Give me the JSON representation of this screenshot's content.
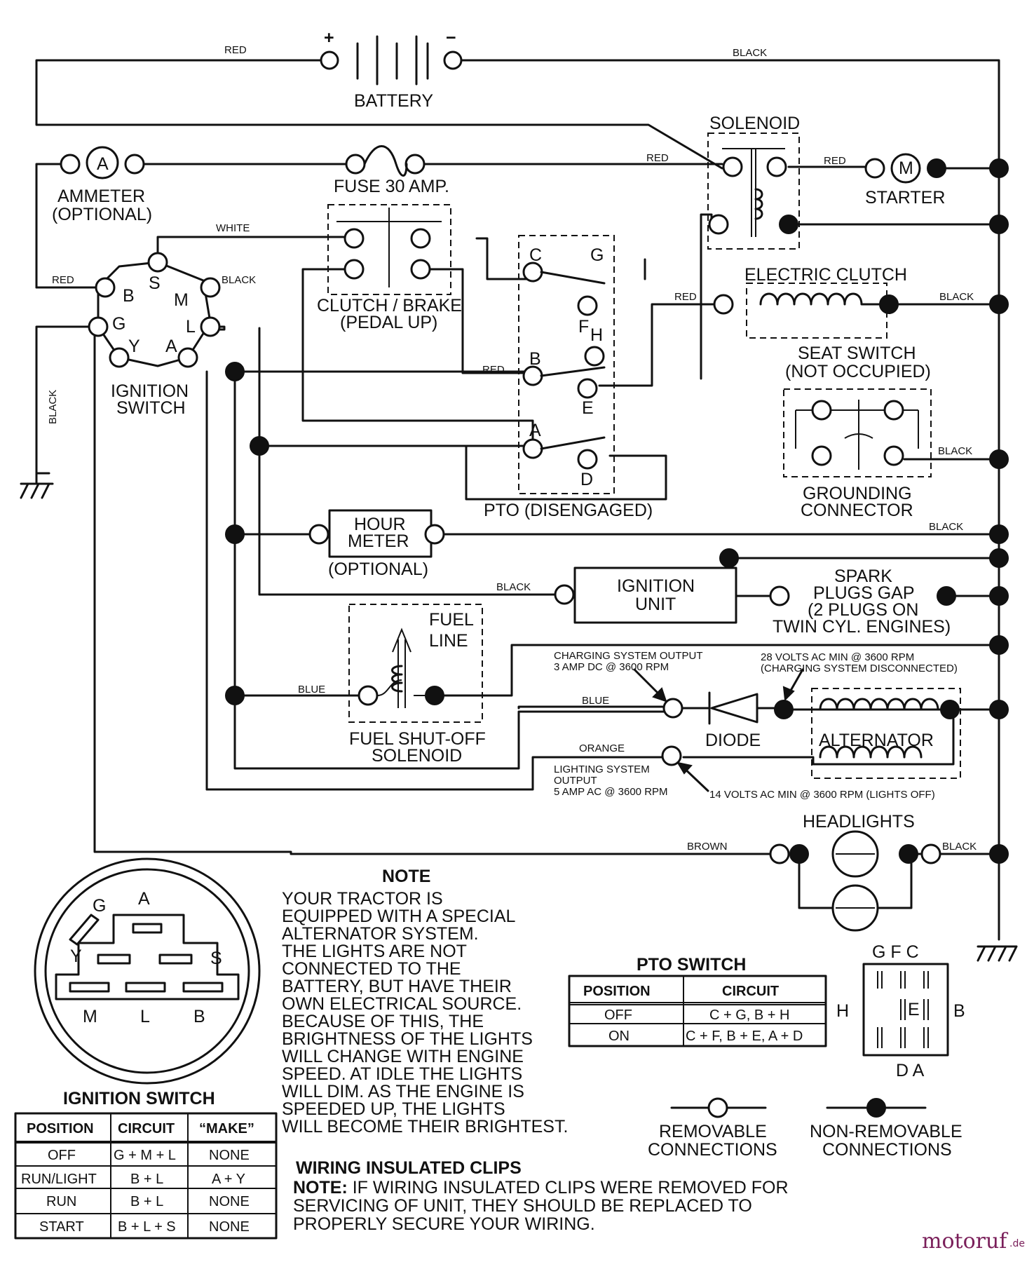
{
  "labels": {
    "battery": "BATTERY",
    "ammeter": "AMMETER",
    "ammeter_opt": "(OPTIONAL)",
    "fuse": "FUSE 30 AMP.",
    "solenoid": "SOLENOID",
    "starter": "STARTER",
    "clutch_brake": "CLUTCH / BRAKE",
    "pedal_up": "(PEDAL UP)",
    "electric_clutch": "ELECTRIC CLUTCH",
    "seat_switch": "SEAT SWITCH",
    "not_occupied": "(NOT OCCUPIED)",
    "grounding": "GROUNDING",
    "connector": "CONNECTOR",
    "pto_disengaged": "PTO (DISENGAGED)",
    "ignition_switch_l1": "IGNITION",
    "ignition_switch_l2": "SWITCH",
    "hour_meter_l1": "HOUR",
    "hour_meter_l2": "METER",
    "hour_meter_opt": "(OPTIONAL)",
    "ignition_unit_l1": "IGNITION",
    "ignition_unit_l2": "UNIT",
    "spark_l1": "SPARK",
    "spark_l2": "PLUGS GAP",
    "spark_l3": "(2 PLUGS ON",
    "spark_l4": "TWIN CYL. ENGINES)",
    "fuel_l1": "FUEL",
    "fuel_l2": "LINE",
    "fuel_sol_l1": "FUEL SHUT-OFF",
    "fuel_sol_l2": "SOLENOID",
    "charging_l1": "CHARGING SYSTEM OUTPUT",
    "charging_l2": "3 AMP DC @ 3600 RPM",
    "volts28_l1": "28 VOLTS AC MIN  @ 3600 RPM",
    "volts28_l2": "(CHARGING SYSTEM DISCONNECTED)",
    "diode": "DIODE",
    "alternator": "ALTERNATOR",
    "lighting_l1": "LIGHTING SYSTEM",
    "lighting_l2": "OUTPUT",
    "lighting_l3": "5 AMP AC @ 3600 RPM",
    "volts14": "14 VOLTS AC MIN  @ 3600 RPM (LIGHTS OFF)",
    "headlights": "HEADLIGHTS",
    "removable_l1": "REMOVABLE",
    "removable_l2": "CONNECTIONS",
    "nonremovable_l1": "NON-REMOVABLE",
    "nonremovable_l2": "CONNECTIONS",
    "wiring_clips_title": "WIRING INSULATED CLIPS",
    "ignition_switch_title": "IGNITION SWITCH",
    "pto_switch_title": "PTO SWITCH",
    "note_title": "NOTE"
  },
  "wires": {
    "red": "RED",
    "black": "BLACK",
    "white": "WHITE",
    "blue": "BLUE",
    "orange": "ORANGE",
    "brown": "BROWN"
  },
  "terminals": {
    "s": "S",
    "b": "B",
    "m": "M",
    "g": "G",
    "l": "L",
    "y": "Y",
    "a": "A",
    "c": "C",
    "f": "F",
    "h": "H",
    "e": "E",
    "d": "D",
    "ammeter_a": "A",
    "starter_m": "M",
    "plus": "+",
    "minus": "−"
  },
  "note_lines": [
    "YOUR TRACTOR IS",
    "EQUIPPED WITH A SPECIAL",
    "ALTERNATOR SYSTEM.",
    "THE LIGHTS ARE NOT",
    "CONNECTED TO THE",
    "BATTERY, BUT HAVE THEIR",
    "OWN ELECTRICAL SOURCE.",
    "BECAUSE OF THIS, THE",
    "BRIGHTNESS OF THE LIGHTS",
    "WILL CHANGE WITH ENGINE",
    "SPEED.  AT IDLE THE LIGHTS",
    "WILL DIM.  AS THE ENGINE IS",
    "SPEEDED UP, THE LIGHTS",
    "WILL BECOME THEIR BRIGHTEST."
  ],
  "clips_note": {
    "prefix": "NOTE:",
    "line1": " IF WIRING INSULATED CLIPS WERE REMOVED FOR",
    "line2": "SERVICING OF UNIT, THEY SHOULD BE REPLACED TO",
    "line3": "PROPERLY SECURE YOUR WIRING."
  },
  "ignition_table": {
    "headers": [
      "POSITION",
      "CIRCUIT",
      "“MAKE”"
    ],
    "rows": [
      [
        "OFF",
        "G + M + L",
        "NONE"
      ],
      [
        "RUN/LIGHT",
        "B + L",
        "A + Y"
      ],
      [
        "RUN",
        "B + L",
        "NONE"
      ],
      [
        "START",
        "B + L + S",
        "NONE"
      ]
    ]
  },
  "pto_table": {
    "headers": [
      "POSITION",
      "CIRCUIT"
    ],
    "rows": [
      [
        "OFF",
        "C + G, B + H"
      ],
      [
        "ON",
        "C + F, B + E, A + D"
      ]
    ]
  },
  "pto_face": {
    "top": "G  F  C",
    "left": "H",
    "right": "B",
    "center": "E",
    "bottom": "D  A"
  },
  "ign_face": {
    "g": "G",
    "a": "A",
    "y": "Y",
    "s": "S",
    "m": "M",
    "l": "L",
    "b": "B"
  },
  "watermark": {
    "name": "motoruf",
    "suffix": ".de"
  }
}
